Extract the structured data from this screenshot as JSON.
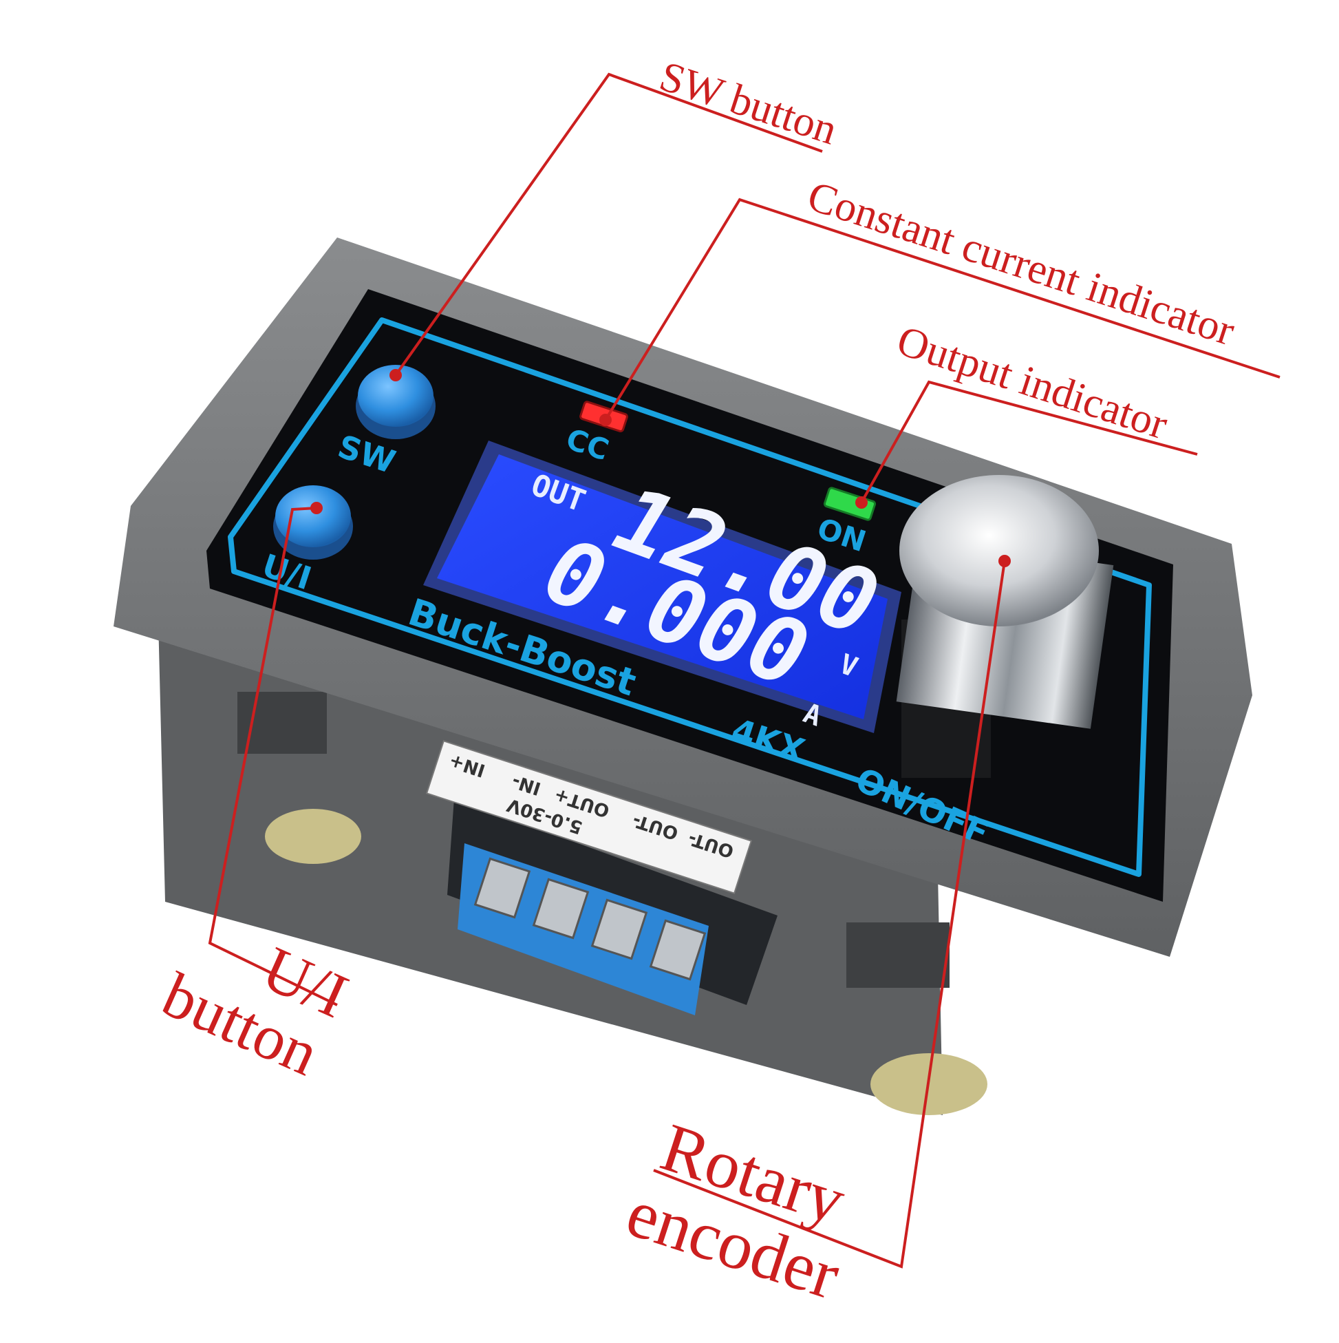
{
  "callouts": {
    "sw_button": "SW button",
    "constant_current_indicator": "Constant current indicator",
    "output_indicator": "Output indicator",
    "ui_button_line1": "U/I",
    "ui_button_line2": "button",
    "rotary_encoder_line1": "Rotary",
    "rotary_encoder_line2": "encoder"
  },
  "panel": {
    "sw_label": "SW",
    "ui_label": "U/I",
    "cc_label": "CC",
    "on_label": "ON",
    "brand": "Buck-Boost",
    "model": "4KX",
    "onoff_label": "ON/OFF"
  },
  "display": {
    "mode": "OUT",
    "voltage": "12.00",
    "voltage_unit": "V",
    "current": "0.000",
    "current_unit": "A"
  },
  "terminals": {
    "input_spec": "5.0-30V",
    "labels": [
      "IN+",
      "IN-",
      "OUT+",
      "OUT-"
    ],
    "back_label": "OUT-"
  },
  "colors": {
    "callout_red": "#cc1f1f",
    "case_gray": "#707274",
    "panel_black": "#0b0c0f",
    "accent_blue": "#1aa3e0",
    "lcd_blue": "#1f3dff",
    "cc_led": "#ff3030",
    "on_led": "#2fd94a",
    "button_blue": "#2f8fe0",
    "terminal_blue": "#2d86d6"
  }
}
